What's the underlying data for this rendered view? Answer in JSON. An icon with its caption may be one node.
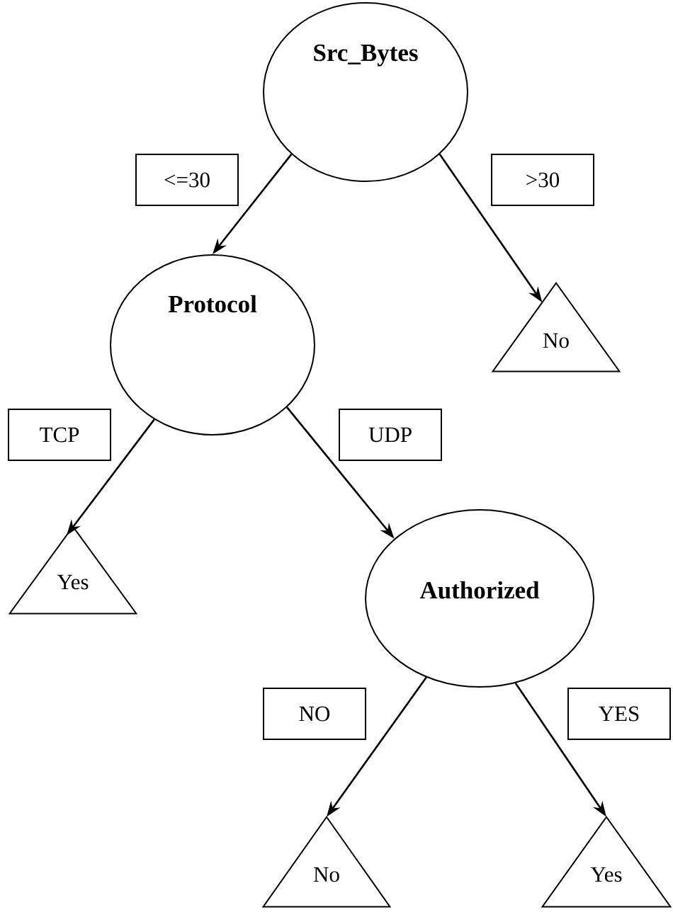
{
  "diagram": {
    "nodes": [
      {
        "text": [
          "Src_Bytes"
        ]
      },
      {
        "text": [
          "Protocol"
        ]
      },
      {
        "text": [
          "No"
        ]
      },
      {
        "text": [
          "Yes"
        ]
      },
      {
        "text": [
          "Authorized"
        ]
      },
      {
        "text": [
          "No"
        ]
      },
      {
        "text": [
          "Yes"
        ]
      }
    ],
    "edges": [
      {
        "from": 0,
        "to": 1,
        "arrow": "to",
        "label": "<=30"
      },
      {
        "from": 0,
        "to": 2,
        "arrow": "to",
        "label": ">30"
      },
      {
        "from": 1,
        "to": 3,
        "arrow": "to",
        "label": "TCP"
      },
      {
        "from": 1,
        "to": 4,
        "arrow": "to",
        "label": "UDP"
      },
      {
        "from": 4,
        "to": 5,
        "arrow": "to",
        "label": "NO"
      },
      {
        "from": 4,
        "to": 6,
        "arrow": "to",
        "label": "YES"
      }
    ]
  }
}
